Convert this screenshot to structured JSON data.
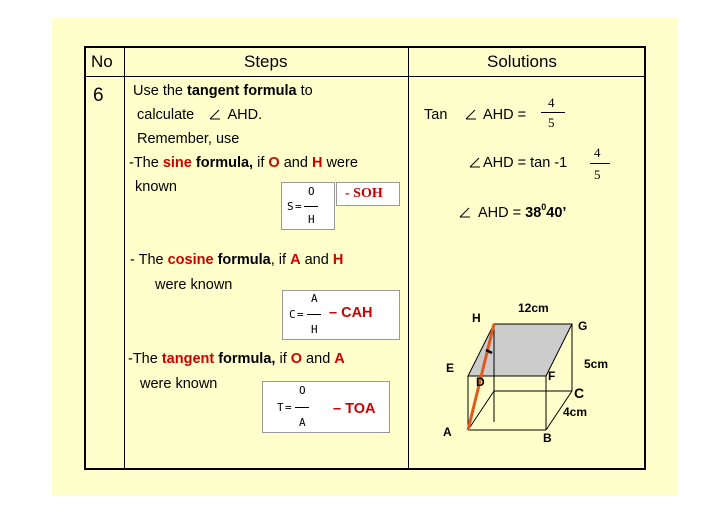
{
  "table": {
    "header_no": "No",
    "header_steps": "Steps",
    "header_solutions": "Solutions",
    "row_number": "6"
  },
  "steps": {
    "line1_a": "Use  the ",
    "line1_b": "tangent formula",
    "line1_c": " to",
    "line2": "calculate",
    "line2_angle": "AHD.",
    "line3": "Remember, use",
    "sine_a": "-The ",
    "sine_b": "sine",
    "sine_c": " formula,",
    "sine_d": " if ",
    "sine_e": "O",
    "sine_f": " and ",
    "sine_g": "H",
    "sine_h": " were",
    "sine_known": "known",
    "cos_a": "-  The ",
    "cos_b": "cosine",
    "cos_c": " formula",
    "cos_d": ", if ",
    "cos_e": "A",
    "cos_f": " and ",
    "cos_g": "H",
    "cos_known": "were known",
    "tan_a": "-The ",
    "tan_b": "tangent",
    "tan_c": " formula,",
    "tan_d": " if  ",
    "tan_e": "O",
    "tan_f": " and ",
    "tan_g": "A",
    "tan_known": "were known"
  },
  "formulas": {
    "sine": {
      "lhs": "S",
      "eq": "=",
      "num": "O",
      "den": "H",
      "mnemonic": "- SOH"
    },
    "cosine": {
      "lhs": "C",
      "eq": "=",
      "num": "A",
      "den": "H",
      "mnemonic": "– CAH"
    },
    "tangent": {
      "lhs": "T",
      "eq": "=",
      "num": "O",
      "den": "A",
      "mnemonic": "– TOA"
    }
  },
  "solutions": {
    "tan_label": "Tan",
    "angle1": "AHD =",
    "frac1_num": "4",
    "frac1_den": "5",
    "angle2": "AHD = tan -1",
    "frac2_num": "4",
    "frac2_den": "5",
    "angle3": "AHD = ",
    "result_deg": "38",
    "result_sup": "0",
    "result_min": "40’"
  },
  "cuboid": {
    "labels": {
      "H": "H",
      "G": "G",
      "E": "E",
      "D": "D",
      "F": "F",
      "C": "C",
      "A": "A",
      "B": "B"
    },
    "dims": {
      "length": "12cm",
      "height": "5cm",
      "width": "4cm"
    },
    "colors": {
      "shaded_face": "#cccccc",
      "diagonal": "#e05a20",
      "text_red": "#cc0000"
    }
  },
  "icons": {
    "angle": "angle-symbol"
  }
}
